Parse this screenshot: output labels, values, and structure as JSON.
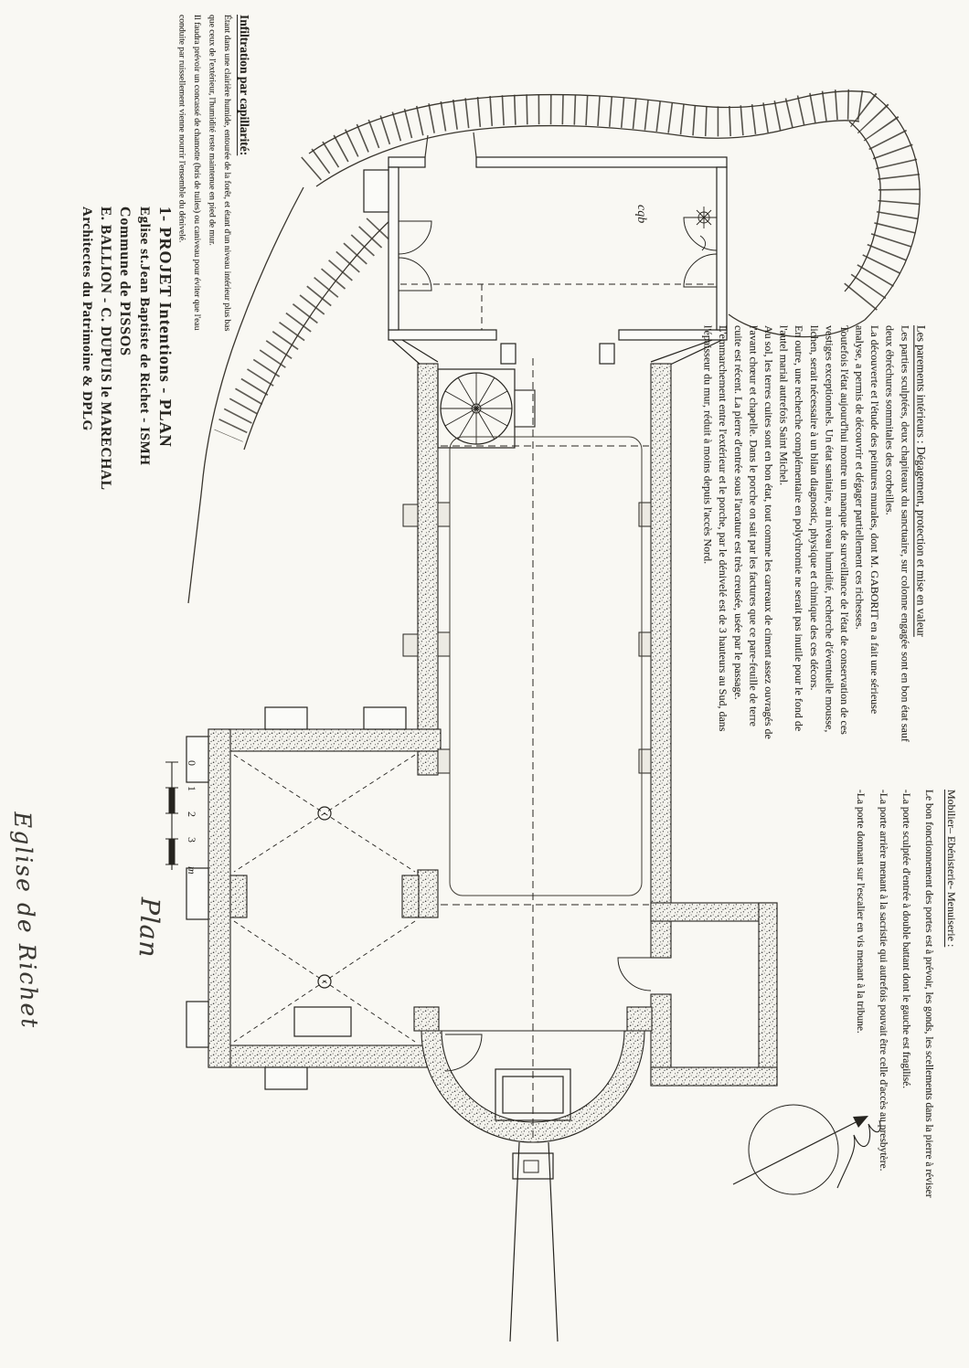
{
  "document": {
    "colors": {
      "paper": "#f9f8f3",
      "ink": "#26241f"
    },
    "infiltration": {
      "heading": "Infiltration par capillarité:",
      "lines": [
        "Étant dans une clairière humide, entourée de la forêt, et étant d'un niveau intérieur plus bas",
        "que ceux de l'extérieur, l'humidité reste maintenue en pied de mur.",
        "Il faudra prévoir un  concassé de chamotte (bris de tuiles) ou caniveau pour éviter que l'eau",
        "conduite par ruissellement  vienne nourrir l'ensemble du dénivelé."
      ]
    },
    "title_block": {
      "lines": [
        "1- PROJET Intentions -  PLAN",
        "Eglise st.Jean Baptiste de Richet - ISMH",
        "Commune de PISSOS",
        "E. BALLION - C. DUPUIS le MARECHAL",
        "Architectes du Patrimoine  & DPLG"
      ]
    },
    "parements": {
      "heading": "Les parements intérieurs : Dégagement, protection et mise en valeur",
      "lines": [
        "Les parties sculptées, deux chapiteaux du sanctuaire, sur colonne engagée sont en bon état sauf",
        "deux ébréchures sommitales des corbeilles.",
        "La découverte et l'étude des peintures murales, dont M. GABORIT en a fait une sérieuse",
        "analyse, a permis de découvrir et dégager partiellement ces richesses.",
        "Toutefois l'état aujourd'hui montre un manque de surveillance de l'état de conservation de ces",
        "vestiges exceptionnels. Un état sanitaire, au niveau humidité, recherche d'éventuelle mousse,",
        "lichen, serait nécessaire à un bilan diagnostic, physique et chimique des ces décors.",
        "En outre, une recherche complémentaire en polychromie ne serait pas inutile pour le fond de",
        "l'autel marial autrefois Saint Michel.",
        "Au sol, les terres cuites sont en bon état, tout comme les carreaux de ciment assez ouvragés de",
        "l'avant chœur et chapelle. Dans le porche on sait par les factures que ce pare-feuille de terre",
        "cuite est récent. La pierre d'entrée sous l'arcature est très creusée, usée par le passage.",
        "L'emmarchement entre l'extérieur et le porche, par le dénivelé est de 3 hauteurs au Sud, dans",
        "l'épaisseur du mur, réduit à moins depuis l'accès Nord."
      ]
    },
    "mobilier": {
      "heading": "Mobilier– Ebénisterie- Menuiserie :",
      "lines": [
        "Le bon fonctionnement des portes est à prévoir, les gonds, les scellements dans la pierre à réviser",
        "-La porte sculptée d'entrée à double battant dont le gauche est fragilisé.",
        "-La porte arrière menant à la sacristie qui autrefois pouvait être celle d'accès au presbytère.",
        "-La porte donnant sur l'escalier en vis menant à la tribune."
      ]
    },
    "annotations": {
      "signature": "Eglise de Richet",
      "plan_label": "Plan",
      "scribble": "cqb",
      "scale_labels": [
        "0",
        "1",
        "2",
        "3",
        "m"
      ]
    }
  }
}
